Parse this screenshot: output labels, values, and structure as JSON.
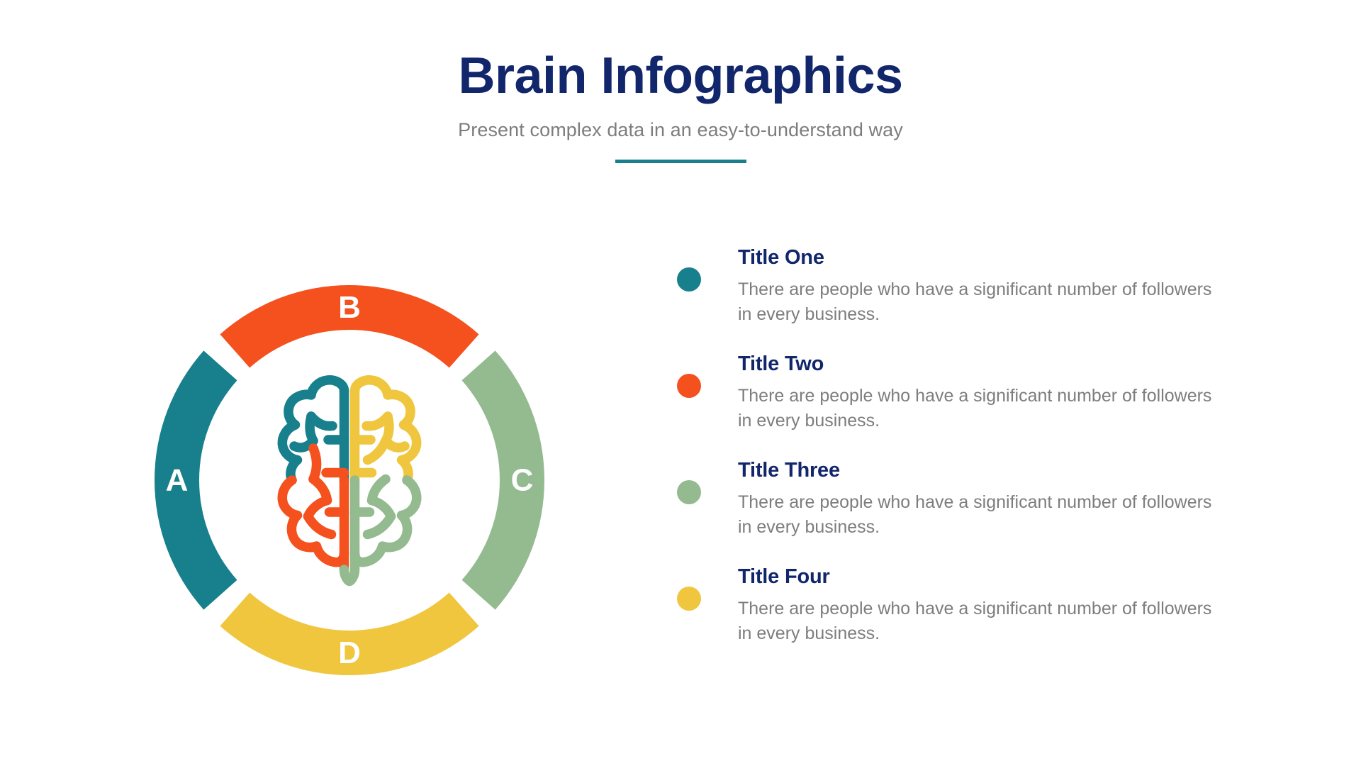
{
  "header": {
    "title": "Brain Infographics",
    "subtitle": "Present complex data in an easy-to-understand way"
  },
  "colors": {
    "navy": "#12266B",
    "grey_text": "#7d7d7d",
    "teal": "#17808C",
    "orange": "#F4511E",
    "sage": "#94BA8F",
    "yellow": "#EFC63D",
    "background": "#FFFFFF"
  },
  "chart_data": {
    "type": "pie",
    "title": "Brain Infographics",
    "subtitle": "Present complex data in an easy-to-understand way",
    "center_icon": "brain-icon",
    "legend_position": "right",
    "categories": [
      "A",
      "B",
      "C",
      "D"
    ],
    "values": [
      25,
      25,
      25,
      25
    ],
    "segments": [
      {
        "label": "A",
        "color": "#17808C",
        "start_deg": 225,
        "end_deg": 315,
        "value": 25,
        "linked_title": "Title One"
      },
      {
        "label": "B",
        "color": "#F4511E",
        "start_deg": 315,
        "end_deg": 45,
        "value": 25,
        "linked_title": "Title Two"
      },
      {
        "label": "C",
        "color": "#94BA8F",
        "start_deg": 45,
        "end_deg": 135,
        "value": 25,
        "linked_title": "Title Three"
      },
      {
        "label": "D",
        "color": "#EFC63D",
        "start_deg": 135,
        "end_deg": 225,
        "value": 25,
        "linked_title": "Title Four"
      }
    ]
  },
  "brain": {
    "quadrants": [
      {
        "name": "top-left",
        "color": "#17808C"
      },
      {
        "name": "top-right",
        "color": "#EFC63D"
      },
      {
        "name": "bottom-left",
        "color": "#F4511E"
      },
      {
        "name": "bottom-right",
        "color": "#94BA8F"
      }
    ]
  },
  "list": {
    "items": [
      {
        "title": "Title One",
        "body": "There are people who have a significant number of followers in every business.",
        "bullet_color": "#17808C"
      },
      {
        "title": "Title Two",
        "body": "There are people who have a significant number of followers in every business.",
        "bullet_color": "#F4511E"
      },
      {
        "title": "Title Three",
        "body": "There are people who have a significant number of followers in every business.",
        "bullet_color": "#94BA8F"
      },
      {
        "title": "Title Four",
        "body": "There are people who have a significant number of followers in every business.",
        "bullet_color": "#EFC63D"
      }
    ]
  }
}
